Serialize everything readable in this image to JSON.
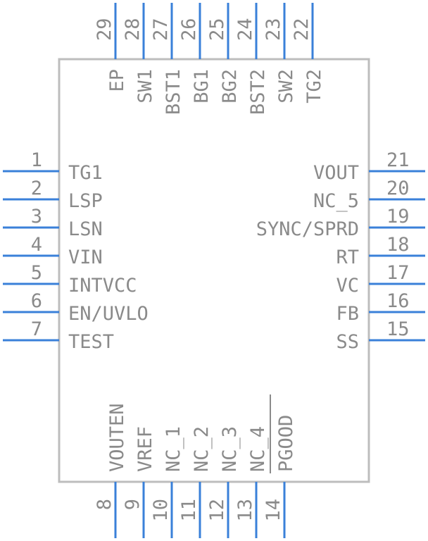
{
  "colors": {
    "pin": "#3a80d9",
    "text": "#8a8a8a",
    "body_stroke": "#bdbdbd"
  },
  "pins": {
    "left": [
      {
        "num": "1",
        "name": "TG1"
      },
      {
        "num": "2",
        "name": "LSP"
      },
      {
        "num": "3",
        "name": "LSN"
      },
      {
        "num": "4",
        "name": "VIN"
      },
      {
        "num": "5",
        "name": "INTVCC"
      },
      {
        "num": "6",
        "name": "EN/UVLO"
      },
      {
        "num": "7",
        "name": "TEST"
      }
    ],
    "right": [
      {
        "num": "21",
        "name": "VOUT"
      },
      {
        "num": "20",
        "name": "NC_5"
      },
      {
        "num": "19",
        "name": "SYNC/SPRD"
      },
      {
        "num": "18",
        "name": "RT"
      },
      {
        "num": "17",
        "name": "VC"
      },
      {
        "num": "16",
        "name": "FB"
      },
      {
        "num": "15",
        "name": "SS"
      }
    ],
    "top": [
      {
        "num": "29",
        "name": "EP"
      },
      {
        "num": "28",
        "name": "SW1"
      },
      {
        "num": "27",
        "name": "BST1"
      },
      {
        "num": "26",
        "name": "BG1"
      },
      {
        "num": "25",
        "name": "BG2"
      },
      {
        "num": "24",
        "name": "BST2"
      },
      {
        "num": "23",
        "name": "SW2"
      },
      {
        "num": "22",
        "name": "TG2"
      }
    ],
    "bottom": [
      {
        "num": "8",
        "name": "VOUTEN"
      },
      {
        "num": "9",
        "name": "VREF"
      },
      {
        "num": "10",
        "name": "NC_1"
      },
      {
        "num": "11",
        "name": "NC_2"
      },
      {
        "num": "12",
        "name": "NC_3"
      },
      {
        "num": "13",
        "name": "NC_4"
      },
      {
        "num": "14",
        "name": "PGOOD",
        "overbar": true
      }
    ]
  }
}
